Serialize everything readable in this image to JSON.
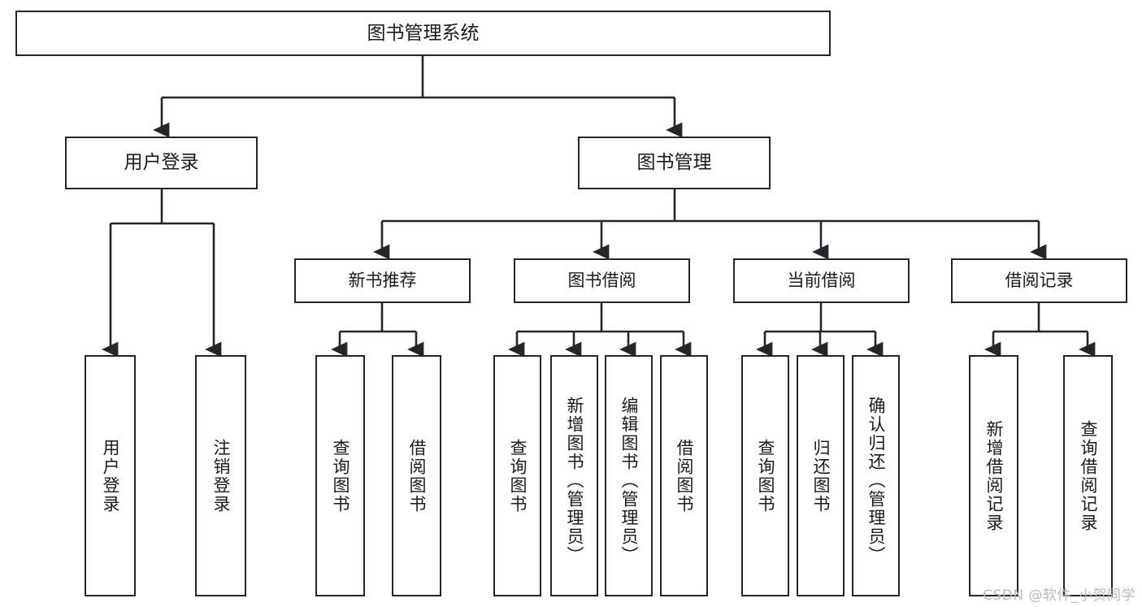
{
  "diagram": {
    "title": "图书管理系统",
    "type": "hierarchy-tree",
    "root": {
      "label": "图书管理系统"
    },
    "level1": [
      {
        "label": "用户登录"
      },
      {
        "label": "图书管理"
      }
    ],
    "level2": [
      {
        "label": "新书推荐"
      },
      {
        "label": "图书借阅"
      },
      {
        "label": "当前借阅"
      },
      {
        "label": "借阅记录"
      }
    ],
    "leaves": {
      "user_login": [
        {
          "label": "用户登录"
        },
        {
          "label": "注销登录"
        }
      ],
      "new_book_recommend": [
        {
          "label": "查询图书"
        },
        {
          "label": "借阅图书"
        }
      ],
      "book_borrow": [
        {
          "label": "查询图书"
        },
        {
          "label": "新增图书（管理员）"
        },
        {
          "label": "编辑图书（管理员）"
        },
        {
          "label": "借阅图书"
        }
      ],
      "current_borrow": [
        {
          "label": "查询图书"
        },
        {
          "label": "归还图书"
        },
        {
          "label": "确认归还（管理员）"
        }
      ],
      "borrow_records": [
        {
          "label": "新增借阅记录"
        },
        {
          "label": "查询借阅记录"
        }
      ]
    }
  },
  "watermark": {
    "text": "CSDN @软件_小贺同学"
  },
  "colors": {
    "stroke": "#23272b",
    "background": "#ffffff",
    "text": "#1b1b1b",
    "watermark": "#b9b9b9"
  }
}
